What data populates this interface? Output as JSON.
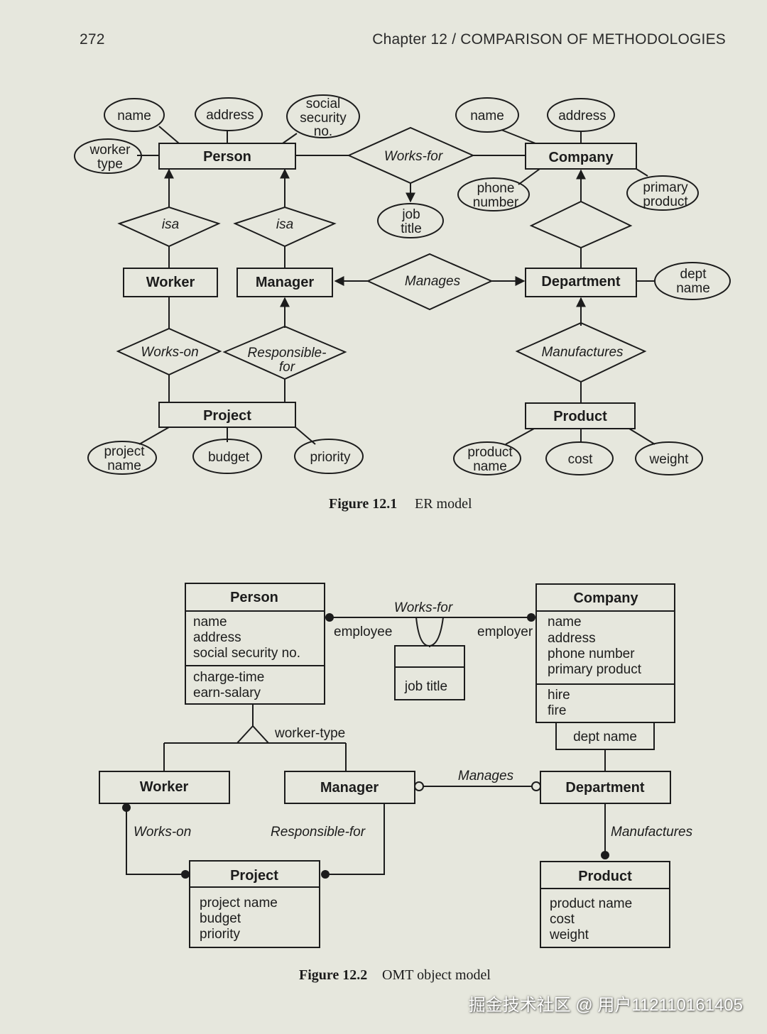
{
  "header": {
    "page_number": "272",
    "chapter_title": "Chapter 12 / COMPARISON OF METHODOLOGIES"
  },
  "er_model": {
    "entities": {
      "person": "Person",
      "company": "Company",
      "worker": "Worker",
      "manager": "Manager",
      "department": "Department",
      "project": "Project",
      "product": "Product"
    },
    "relationships": {
      "works_for": "Works-for",
      "isa_worker": "isa",
      "isa_manager": "isa",
      "manages": "Manages",
      "works_on": "Works-on",
      "responsible_for_1": "Responsible-",
      "responsible_for_2": "for",
      "manufactures": "Manufactures"
    },
    "attributes": {
      "person_name": "name",
      "person_address": "address",
      "ssn_1": "social",
      "ssn_2": "security",
      "ssn_3": "no.",
      "worker_type_1": "worker",
      "worker_type_2": "type",
      "company_name": "name",
      "company_address": "address",
      "phone_1": "phone",
      "phone_2": "number",
      "primary_product_1": "primary",
      "primary_product_2": "product",
      "job_title_1": "job",
      "job_title_2": "title",
      "dept_name_1": "dept",
      "dept_name_2": "name",
      "project_name_1": "project",
      "project_name_2": "name",
      "budget": "budget",
      "priority": "priority",
      "product_name_1": "product",
      "product_name_2": "name",
      "cost": "cost",
      "weight": "weight"
    },
    "caption": {
      "label": "Figure 12.1",
      "text": "ER model"
    }
  },
  "omt_model": {
    "person": {
      "title": "Person",
      "attributes": [
        "name",
        "address",
        "social security no."
      ],
      "operations": [
        "charge-time",
        "earn-salary"
      ]
    },
    "company": {
      "title": "Company",
      "attributes": [
        "name",
        "address",
        "phone number",
        "primary product"
      ],
      "operations": [
        "hire",
        "fire"
      ],
      "qualifier": "dept name"
    },
    "link_attribute": "job title",
    "worker": "Worker",
    "manager": "Manager",
    "department": "Department",
    "project": {
      "title": "Project",
      "attributes": [
        "project name",
        "budget",
        "priority"
      ]
    },
    "product": {
      "title": "Product",
      "attributes": [
        "product name",
        "cost",
        "weight"
      ]
    },
    "labels": {
      "works_for": "Works-for",
      "employee": "employee",
      "employer": "employer",
      "worker_type": "worker-type",
      "manages": "Manages",
      "works_on": "Works-on",
      "responsible_for": "Responsible-for",
      "manufactures": "Manufactures"
    },
    "caption": {
      "label": "Figure 12.2",
      "text": "OMT object model"
    }
  },
  "watermark": "掘金技术社区 @ 用户112110161405"
}
